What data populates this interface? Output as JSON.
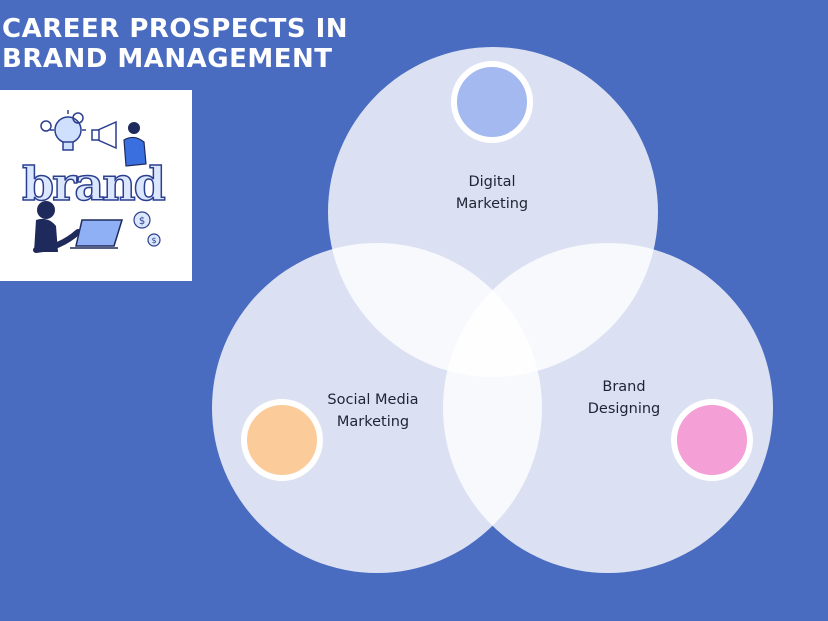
{
  "title": {
    "line1": "CAREER PROSPECTS IN",
    "line2": "BRAND MANAGEMENT"
  },
  "illustration": {
    "word": "brand",
    "icon": "brand-illustration-icon"
  },
  "diagram": {
    "type": "venn",
    "sets": [
      {
        "line1": "Digital",
        "line2": "Marketing",
        "dot_color": "#a3b9f0"
      },
      {
        "line1": "Social Media",
        "line2": "Marketing",
        "dot_color": "#fccb9a"
      },
      {
        "line1": "Brand",
        "line2": "Designing",
        "dot_color": "#f49fd6"
      }
    ]
  },
  "colors": {
    "background": "#4a6cc0",
    "circle_fill": "#ffffff",
    "title": "#ffffff"
  }
}
